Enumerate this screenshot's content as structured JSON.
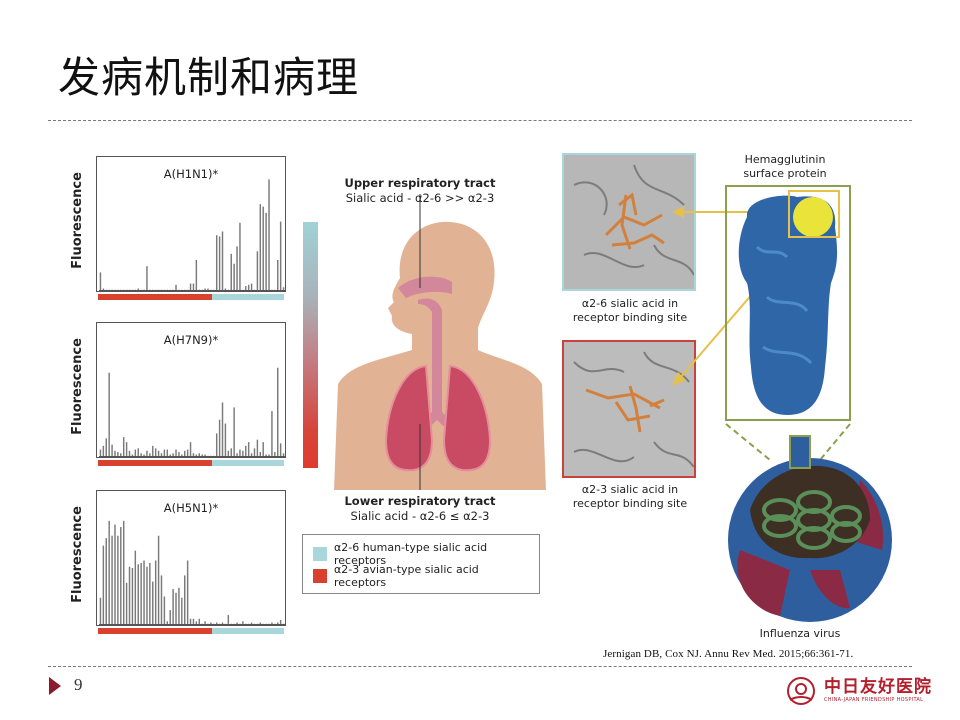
{
  "slide": {
    "title": "发病机制和病理",
    "page_number": "9",
    "citation": "Jernigan DB, Cox NJ. Annu Rev Med. 2015;66:361-71.",
    "logo": {
      "chinese": "中日友好医院",
      "english": "CHINA-JAPAN FRIENDSHIP HOSPITAL"
    },
    "colors": {
      "accent_arrow": "#8b1a2e",
      "human_receptor": "#a9d6da",
      "avian_receptor": "#d9412f",
      "logo_red": "#b3202d"
    }
  },
  "figure": {
    "upper_tract": {
      "title": "Upper respiratory tract",
      "subtitle": "Sialic acid - α2-6 >> α2-3"
    },
    "lower_tract": {
      "title": "Lower respiratory tract",
      "subtitle": "Sialic acid - α2-6 ≤ α2-3"
    },
    "legend": [
      {
        "label": "α2-6 human-type sialic acid receptors",
        "color": "#a9d6da"
      },
      {
        "label": "α2-3 avian-type sialic acid receptors",
        "color": "#d9412f"
      }
    ],
    "panels": {
      "a26_caption_1": "α2-6 sialic acid in",
      "a26_caption_2": "receptor binding site",
      "a23_caption_1": "α2-3 sialic acid in",
      "a23_caption_2": "receptor binding site",
      "ha_title_1": "Hemagglutinin",
      "ha_title_2": "surface protein",
      "virus_caption": "Influenza virus"
    }
  },
  "chart_data": [
    {
      "type": "bar",
      "title": "A(H1N1)*",
      "ylabel": "Fluorescence",
      "xlabel": "",
      "x_groups": [
        {
          "name": "α2-3 avian-type",
          "range": [
            0,
            39
          ],
          "color": "#d9412f"
        },
        {
          "name": "α2-6 human-type",
          "range": [
            40,
            63
          ],
          "color": "#a9d6da"
        }
      ],
      "values": [
        15,
        2,
        1,
        1,
        1,
        1,
        1,
        1,
        1,
        1,
        1,
        1,
        1,
        2,
        1,
        1,
        20,
        1,
        1,
        1,
        1,
        1,
        1,
        1,
        1,
        1,
        5,
        1,
        1,
        1,
        1,
        6,
        6,
        25,
        1,
        1,
        2,
        2,
        1,
        1,
        45,
        44,
        48,
        2,
        1,
        30,
        22,
        36,
        55,
        1,
        4,
        5,
        6,
        1,
        32,
        70,
        68,
        63,
        90,
        1,
        1,
        25,
        56,
        3
      ]
    },
    {
      "type": "bar",
      "title": "A(H7N9)*",
      "ylabel": "Fluorescence",
      "xlabel": "",
      "x_groups": [
        {
          "name": "α2-3 avian-type",
          "range": [
            0,
            39
          ],
          "color": "#d9412f"
        },
        {
          "name": "α2-6 human-type",
          "range": [
            40,
            63
          ],
          "color": "#a9d6da"
        }
      ],
      "values": [
        6,
        9,
        15,
        68,
        10,
        5,
        4,
        3,
        16,
        12,
        5,
        2,
        6,
        7,
        3,
        2,
        5,
        3,
        9,
        7,
        5,
        3,
        6,
        6,
        2,
        3,
        6,
        4,
        2,
        5,
        6,
        12,
        3,
        2,
        3,
        2,
        2,
        1,
        1,
        1,
        19,
        30,
        44,
        27,
        5,
        7,
        40,
        3,
        6,
        5,
        9,
        12,
        3,
        7,
        14,
        4,
        12,
        2,
        2,
        37,
        4,
        72,
        11,
        3
      ]
    },
    {
      "type": "bar",
      "title": "A(H5N1)*",
      "ylabel": "Fluorescence",
      "xlabel": "",
      "x_groups": [
        {
          "name": "α2-3 avian-type",
          "range": [
            0,
            39
          ],
          "color": "#d9412f"
        },
        {
          "name": "α2-6 human-type",
          "range": [
            40,
            63
          ],
          "color": "#a9d6da"
        }
      ],
      "values": [
        22,
        64,
        70,
        84,
        72,
        81,
        72,
        79,
        84,
        34,
        47,
        46,
        60,
        49,
        50,
        52,
        47,
        50,
        35,
        52,
        72,
        40,
        23,
        3,
        12,
        29,
        26,
        30,
        22,
        40,
        52,
        5,
        5,
        3,
        5,
        1,
        3,
        1,
        2,
        1,
        2,
        1,
        2,
        1,
        8,
        1,
        1,
        2,
        1,
        3,
        1,
        1,
        2,
        1,
        1,
        2,
        1,
        1,
        1,
        2,
        1,
        2,
        4,
        1
      ],
      "ylim": [
        0,
        100
      ]
    }
  ]
}
